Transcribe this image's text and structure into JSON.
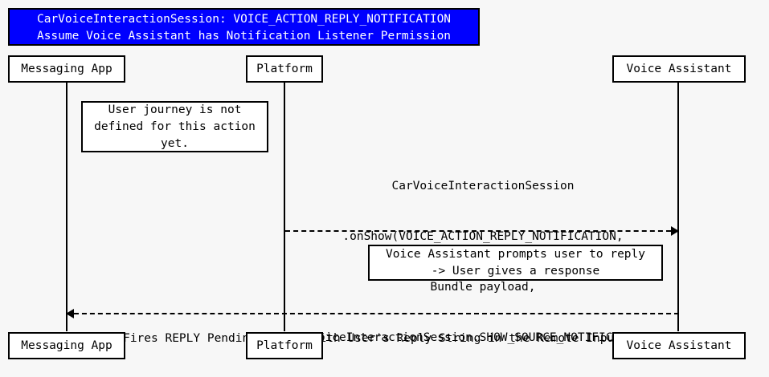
{
  "diagram": {
    "type": "sequence-diagram",
    "background_color": "#f7f7f7",
    "title_banner": {
      "background_color": "#0000ff",
      "text_color": "#ffffff",
      "line1": "CarVoiceInteractionSession: VOICE_ACTION_REPLY_NOTIFICATION",
      "line2": "Assume Voice Assistant has Notification Listener Permission"
    },
    "participants": [
      {
        "id": "messaging-app",
        "label": "Messaging App"
      },
      {
        "id": "platform",
        "label": "Platform"
      },
      {
        "id": "voice-assistant",
        "label": "Voice Assistant"
      }
    ],
    "notes": [
      {
        "id": "note-user-journey",
        "lines": [
          "User journey is not",
          "defined for this action",
          "yet."
        ]
      },
      {
        "id": "note-prompt-user",
        "lines": [
          "Voice Assistant prompts user to reply",
          "-> User gives a response"
        ]
      }
    ],
    "messages": [
      {
        "id": "msg-onshow",
        "from": "platform",
        "to": "voice-assistant",
        "style": "dashed",
        "direction": "right",
        "lines": [
          "CarVoiceInteractionSession",
          ".onShow(VOICE_ACTION_REPLY_NOTIFICATION,",
          "Bundle payload,",
          "VoiceInteractionSession.SHOW_SOURCE_NOTIFICATION)"
        ]
      },
      {
        "id": "msg-reply-pending-intent",
        "from": "voice-assistant",
        "to": "messaging-app",
        "style": "dashed",
        "direction": "left",
        "lines": [
          "Fires REPLY Pending Intent with User's Reply String in the Remote Input"
        ]
      }
    ]
  }
}
